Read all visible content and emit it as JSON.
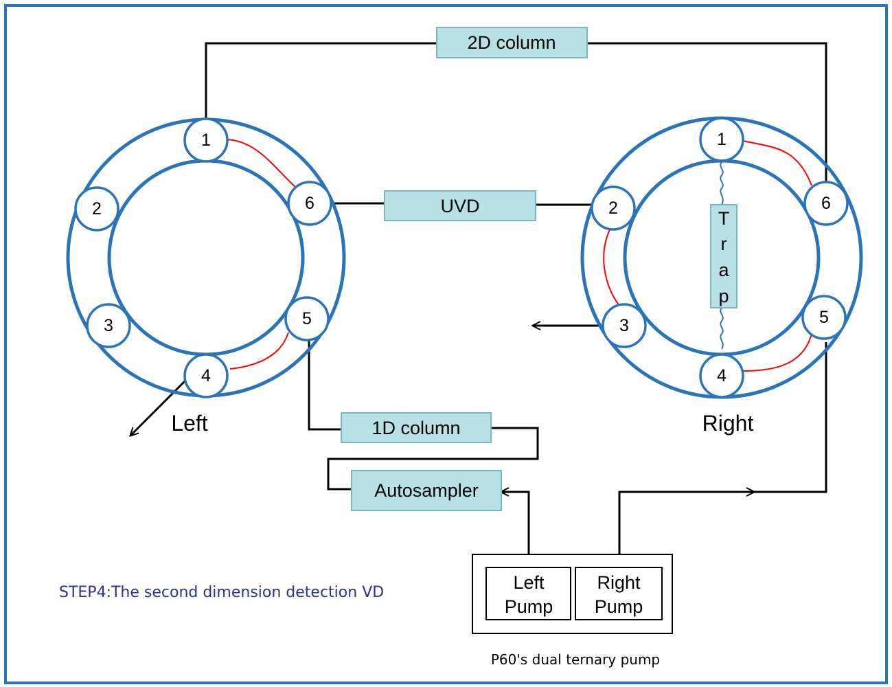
{
  "boxes": {
    "column_2d": "2D column",
    "uvd": "UVD",
    "column_1d": "1D column",
    "autosampler": "Autosampler",
    "trap": [
      "T",
      "r",
      "a",
      "p"
    ]
  },
  "valves": {
    "left": {
      "label": "Left",
      "ports": [
        "1",
        "2",
        "3",
        "4",
        "5",
        "6"
      ]
    },
    "right": {
      "label": "Right",
      "ports": [
        "1",
        "2",
        "3",
        "4",
        "5",
        "6"
      ]
    }
  },
  "pump": {
    "left_line1": "Left",
    "left_line2": "Pump",
    "right_line1": "Right",
    "right_line2": "Pump",
    "caption": "P60's dual ternary pump"
  },
  "step_caption": "STEP4:The second dimension detection VD",
  "colors": {
    "frame": "#2a74b7",
    "box_fill": "#b7e1e4",
    "flow_highlight": "#ff0000",
    "caption": "#2e3192"
  }
}
